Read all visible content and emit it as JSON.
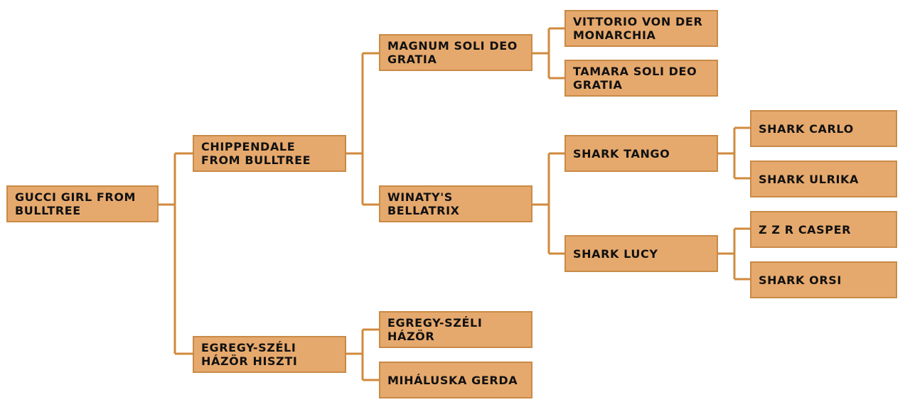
{
  "pedigree": {
    "subject": "GUCCI GIRL FROM BULLTREE",
    "sire": {
      "name": "CHIPPENDALE FROM BULLTREE",
      "sire": {
        "name": "MAGNUM SOLI DEO GRATIA",
        "sire": {
          "name": "VITTORIO VON DER MONARCHIA"
        },
        "dam": {
          "name": "TAMARA SOLI DEO GRATIA"
        }
      },
      "dam": {
        "name": "WINATY'S BELLATRIX",
        "sire": {
          "name": "SHARK TANGO",
          "sire": {
            "name": "SHARK CARLO"
          },
          "dam": {
            "name": "SHARK ULRIKA"
          }
        },
        "dam": {
          "name": "SHARK LUCY",
          "sire": {
            "name": "Z Z R CASPER"
          },
          "dam": {
            "name": "SHARK ORSI"
          }
        }
      }
    },
    "dam": {
      "name": "EGREGY-SZÉLI HÁZÖR HISZTI",
      "sire": {
        "name": "EGREGY-SZÉLI HÁZÖR"
      },
      "dam": {
        "name": "MIHÁLUSKA GERDA"
      }
    }
  },
  "colors": {
    "node_fill": "#e6a96d",
    "node_border": "#c98a47",
    "connector": "#d08a3c",
    "text": "#111111"
  }
}
